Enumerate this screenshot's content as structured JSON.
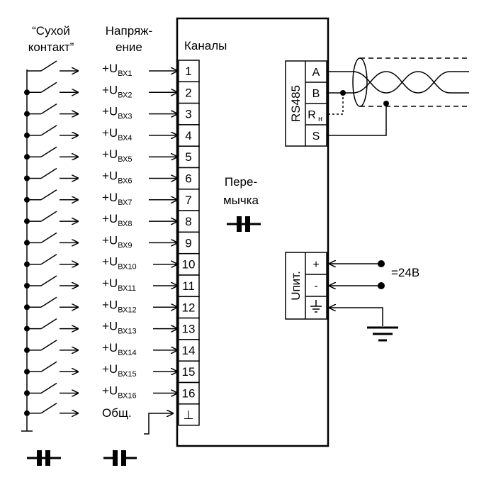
{
  "header": {
    "dry_contact_line1": "“Сухой",
    "dry_contact_line2": "контакт”",
    "voltage_line1": "Напряж-",
    "voltage_line2": "ение"
  },
  "module": {
    "channels_title": "Каналы",
    "jumper_line1": "Пере-",
    "jumper_line2": "мычка"
  },
  "channels": [
    {
      "pin": "1",
      "prefix": "+U",
      "sub": "ВХ1"
    },
    {
      "pin": "2",
      "prefix": "+U",
      "sub": "ВХ2"
    },
    {
      "pin": "3",
      "prefix": "+U",
      "sub": "ВХ3"
    },
    {
      "pin": "4",
      "prefix": "+U",
      "sub": "ВХ4"
    },
    {
      "pin": "5",
      "prefix": "+U",
      "sub": "ВХ5"
    },
    {
      "pin": "6",
      "prefix": "+U",
      "sub": "ВХ6"
    },
    {
      "pin": "7",
      "prefix": "+U",
      "sub": "ВХ7"
    },
    {
      "pin": "8",
      "prefix": "+U",
      "sub": "ВХ8"
    },
    {
      "pin": "9",
      "prefix": "+U",
      "sub": "ВХ9"
    },
    {
      "pin": "10",
      "prefix": "+U",
      "sub": "ВХ10"
    },
    {
      "pin": "11",
      "prefix": "+U",
      "sub": "ВХ11"
    },
    {
      "pin": "12",
      "prefix": "+U",
      "sub": "ВХ12"
    },
    {
      "pin": "13",
      "prefix": "+U",
      "sub": "ВХ13"
    },
    {
      "pin": "14",
      "prefix": "+U",
      "sub": "ВХ14"
    },
    {
      "pin": "15",
      "prefix": "+U",
      "sub": "ВХ15"
    },
    {
      "pin": "16",
      "prefix": "+U",
      "sub": "ВХ16"
    }
  ],
  "common": {
    "label": "Общ.",
    "pin": "⊥"
  },
  "rs485": {
    "label": "RS485",
    "a": "A",
    "b": "B",
    "r_main": "R",
    "r_sub": "н",
    "s": "S"
  },
  "power": {
    "label": "Uпит.",
    "plus": "+",
    "minus": "-",
    "ground": "⏚",
    "voltage": "=24В"
  }
}
